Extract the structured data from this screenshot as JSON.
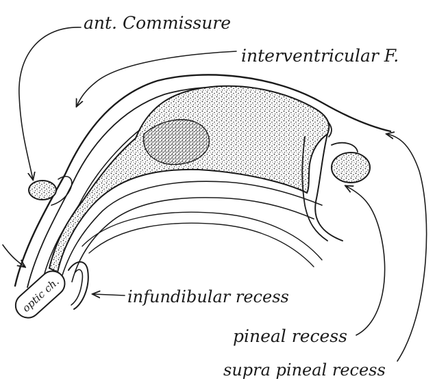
{
  "labels": {
    "ant_commissure": "ant. Commissure",
    "interventricular_f": "interventricular F.",
    "infundibular_recess": "infundibular recess",
    "pineal_recess": "pineal recess",
    "supra_pineal_recess": "supra pineal recess",
    "optic_ch": "optic ch."
  },
  "colors": {
    "ink": "#1b1b1b",
    "paper": "#ffffff",
    "stipple": "#2a2a2a"
  }
}
